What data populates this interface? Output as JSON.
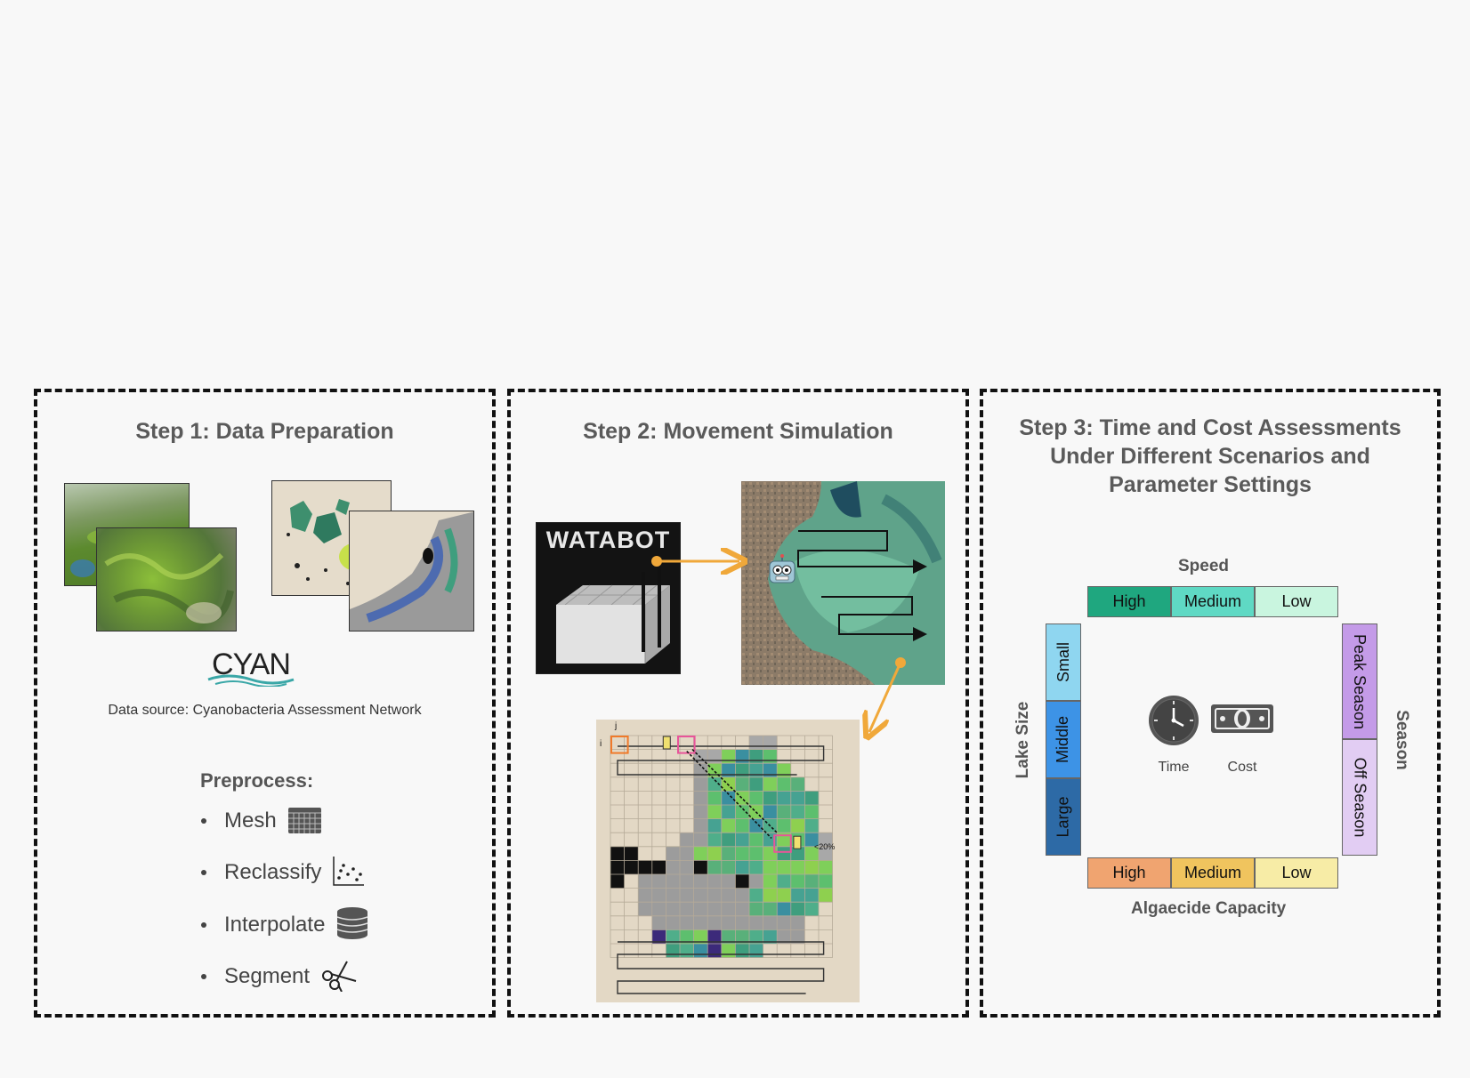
{
  "step1": {
    "title": "Step 1:  Data Preparation",
    "logo_text": "CYAN",
    "source": "Data source: Cyanobacteria Assessment Network",
    "preprocess_heading": "Preprocess:",
    "items": [
      {
        "label": "Mesh",
        "icon": "grid-icon"
      },
      {
        "label": "Reclassify",
        "icon": "scatter-icon"
      },
      {
        "label": "Interpolate",
        "icon": "database-icon"
      },
      {
        "label": "Segment",
        "icon": "scissors-icon"
      }
    ]
  },
  "step2": {
    "title": "Step 2:  Movement Simulation",
    "watabot_label": "WATABOT",
    "grid_i": "i",
    "grid_j": "j",
    "battery_low": "<20%"
  },
  "step3": {
    "title_lines": [
      "Step 3:  Time and Cost Assessments",
      "Under Different Scenarios and",
      "Parameter Settings"
    ],
    "speed": {
      "title": "Speed",
      "levels": [
        "High",
        "Medium",
        "Low"
      ],
      "colors": [
        "#1fa77f",
        "#5fd9c4",
        "#c9f5df"
      ]
    },
    "algaecide": {
      "title": "Algaecide Capacity",
      "levels": [
        "High",
        "Medium",
        "Low"
      ],
      "colors": [
        "#f0a470",
        "#f0c45e",
        "#f7eca6"
      ]
    },
    "lake_size": {
      "title": "Lake Size",
      "levels": [
        "Small",
        "Middle",
        "Large"
      ],
      "colors": [
        "#8fd6f0",
        "#3d93e6",
        "#2d6aa6"
      ]
    },
    "season": {
      "title": "Season",
      "levels": [
        "Peak Season",
        "Off Season"
      ],
      "colors": [
        "#c49be8",
        "#e2cdf3"
      ]
    },
    "time_label": "Time",
    "cost_label": "Cost"
  },
  "colors": {
    "arrow": "#f0a83a",
    "border": "#111111"
  }
}
